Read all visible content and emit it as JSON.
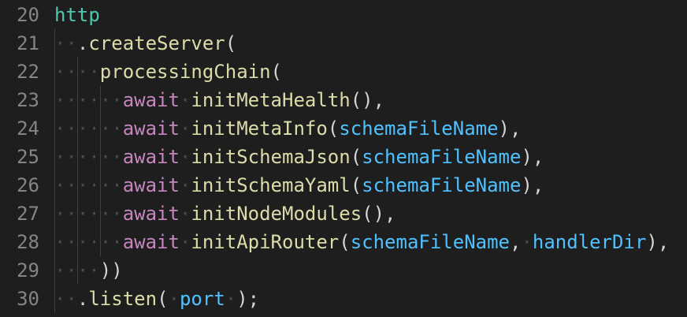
{
  "colors": {
    "background": "#1e1e1e",
    "line_number": "#858585",
    "default_text": "#d4d4d4",
    "identifier": "#4ec9b0",
    "function": "#dcdcaa",
    "keyword": "#c586c0",
    "variable": "#4fc1ff",
    "whitespace_marker": "#4a4a4a",
    "indent_guide": "#404040"
  },
  "lines": [
    {
      "number": "20",
      "indent": 0,
      "tokens": [
        {
          "t": "http",
          "c": "ident"
        }
      ]
    },
    {
      "number": "21",
      "indent": 2,
      "tokens": [
        {
          "t": ".",
          "c": "punct"
        },
        {
          "t": "createServer",
          "c": "fn"
        },
        {
          "t": "(",
          "c": "punct"
        }
      ]
    },
    {
      "number": "22",
      "indent": 4,
      "tokens": [
        {
          "t": "processingChain",
          "c": "fn"
        },
        {
          "t": "(",
          "c": "punct"
        }
      ]
    },
    {
      "number": "23",
      "indent": 6,
      "tokens": [
        {
          "t": "await",
          "c": "kw"
        },
        {
          "t": "·",
          "c": "ws"
        },
        {
          "t": "initMetaHealth",
          "c": "fn"
        },
        {
          "t": "(),",
          "c": "punct"
        }
      ]
    },
    {
      "number": "24",
      "indent": 6,
      "tokens": [
        {
          "t": "await",
          "c": "kw"
        },
        {
          "t": "·",
          "c": "ws"
        },
        {
          "t": "initMetaInfo",
          "c": "fn"
        },
        {
          "t": "(",
          "c": "punct"
        },
        {
          "t": "schemaFileName",
          "c": "var"
        },
        {
          "t": "),",
          "c": "punct"
        }
      ]
    },
    {
      "number": "25",
      "indent": 6,
      "tokens": [
        {
          "t": "await",
          "c": "kw"
        },
        {
          "t": "·",
          "c": "ws"
        },
        {
          "t": "initSchemaJson",
          "c": "fn"
        },
        {
          "t": "(",
          "c": "punct"
        },
        {
          "t": "schemaFileName",
          "c": "var"
        },
        {
          "t": "),",
          "c": "punct"
        }
      ]
    },
    {
      "number": "26",
      "indent": 6,
      "tokens": [
        {
          "t": "await",
          "c": "kw"
        },
        {
          "t": "·",
          "c": "ws"
        },
        {
          "t": "initSchemaYaml",
          "c": "fn"
        },
        {
          "t": "(",
          "c": "punct"
        },
        {
          "t": "schemaFileName",
          "c": "var"
        },
        {
          "t": "),",
          "c": "punct"
        }
      ]
    },
    {
      "number": "27",
      "indent": 6,
      "tokens": [
        {
          "t": "await",
          "c": "kw"
        },
        {
          "t": "·",
          "c": "ws"
        },
        {
          "t": "initNodeModules",
          "c": "fn"
        },
        {
          "t": "(),",
          "c": "punct"
        }
      ]
    },
    {
      "number": "28",
      "indent": 6,
      "tokens": [
        {
          "t": "await",
          "c": "kw"
        },
        {
          "t": "·",
          "c": "ws"
        },
        {
          "t": "initApiRouter",
          "c": "fn"
        },
        {
          "t": "(",
          "c": "punct"
        },
        {
          "t": "schemaFileName",
          "c": "var"
        },
        {
          "t": ",",
          "c": "punct"
        },
        {
          "t": "·",
          "c": "ws"
        },
        {
          "t": "handlerDir",
          "c": "var"
        },
        {
          "t": "),",
          "c": "punct"
        }
      ]
    },
    {
      "number": "29",
      "indent": 4,
      "tokens": [
        {
          "t": "))",
          "c": "punct"
        }
      ]
    },
    {
      "number": "30",
      "indent": 2,
      "tokens": [
        {
          "t": ".",
          "c": "punct"
        },
        {
          "t": "listen",
          "c": "fn"
        },
        {
          "t": "(",
          "c": "punct"
        },
        {
          "t": "·",
          "c": "ws"
        },
        {
          "t": "port",
          "c": "var"
        },
        {
          "t": "·",
          "c": "ws"
        },
        {
          "t": ");",
          "c": "punct"
        }
      ]
    }
  ]
}
